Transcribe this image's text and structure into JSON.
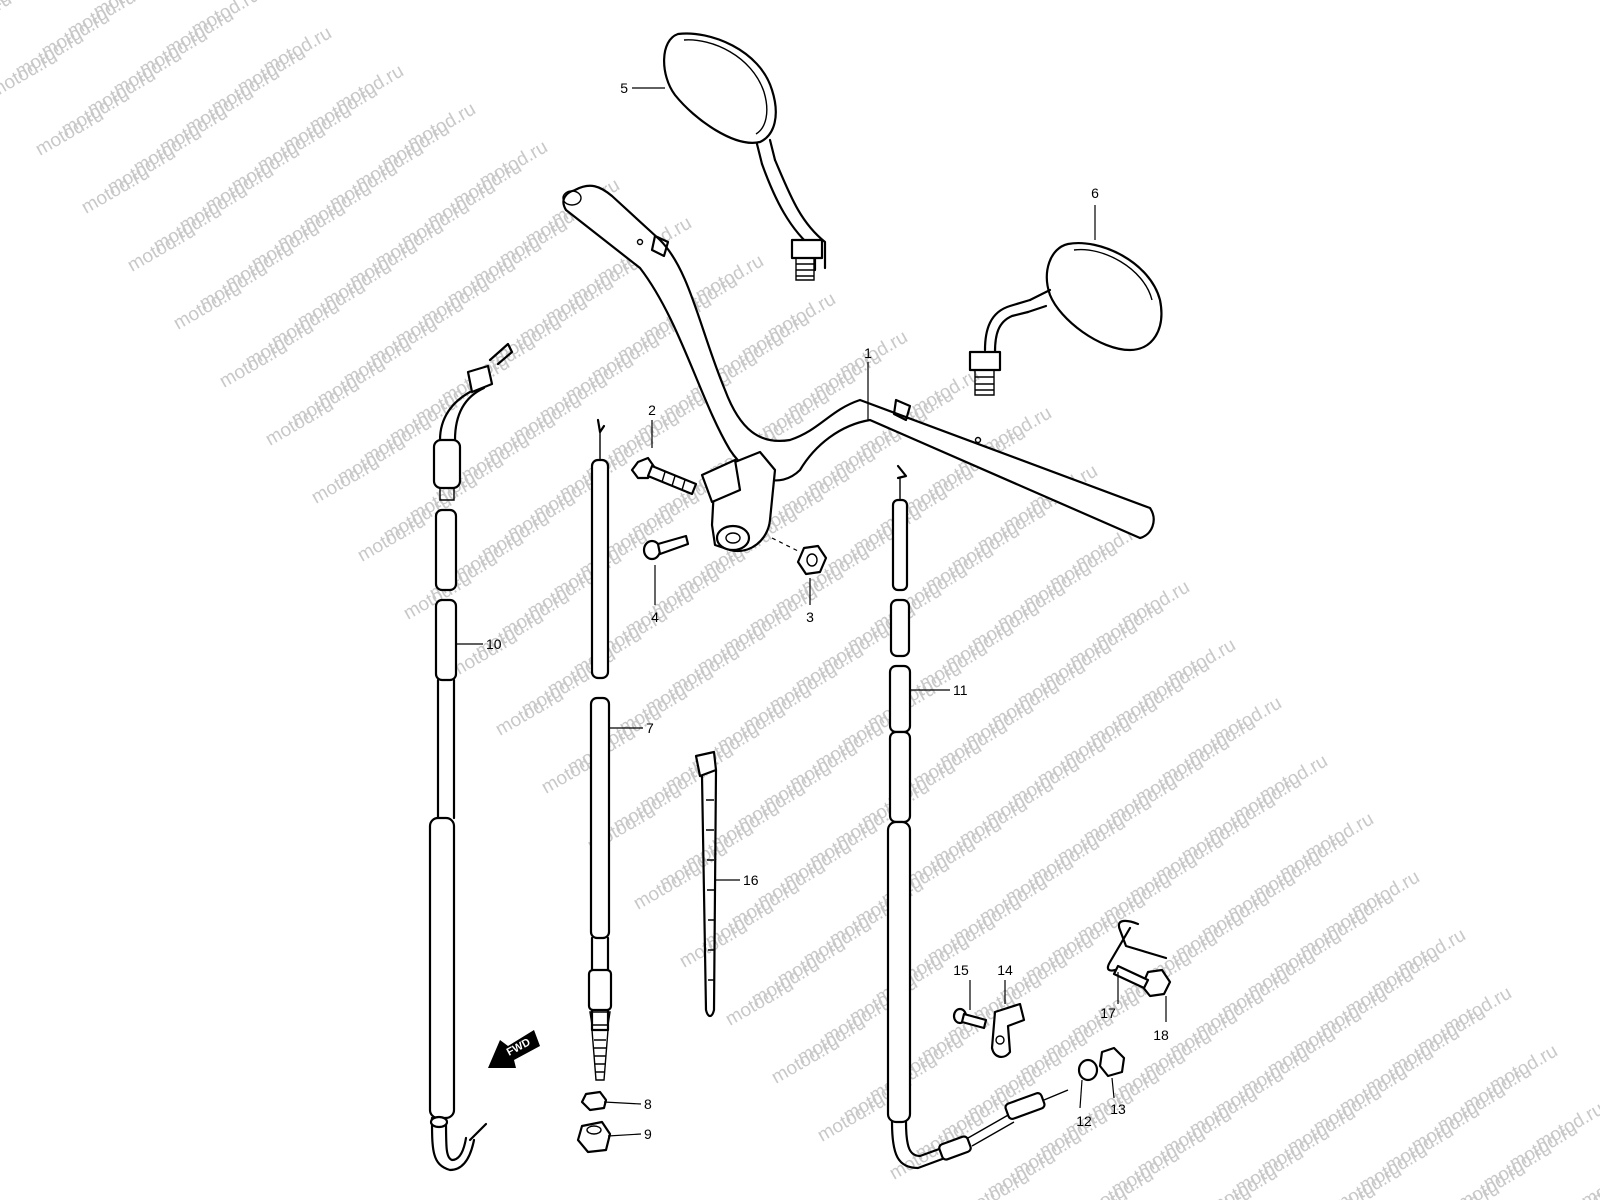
{
  "watermark": "motod.ru",
  "fwd_label": "FWD",
  "callouts": {
    "c1": "1",
    "c2": "2",
    "c3": "3",
    "c4": "4",
    "c5": "5",
    "c6": "6",
    "c7": "7",
    "c8": "8",
    "c9": "9",
    "c10": "10",
    "c11": "11",
    "c12": "12",
    "c13": "13",
    "c14": "14",
    "c15": "15",
    "c16": "16",
    "c17": "17",
    "c18": "18"
  },
  "colors": {
    "line": "#000000",
    "watermark": "#c8c8c8",
    "background": "#ffffff"
  }
}
